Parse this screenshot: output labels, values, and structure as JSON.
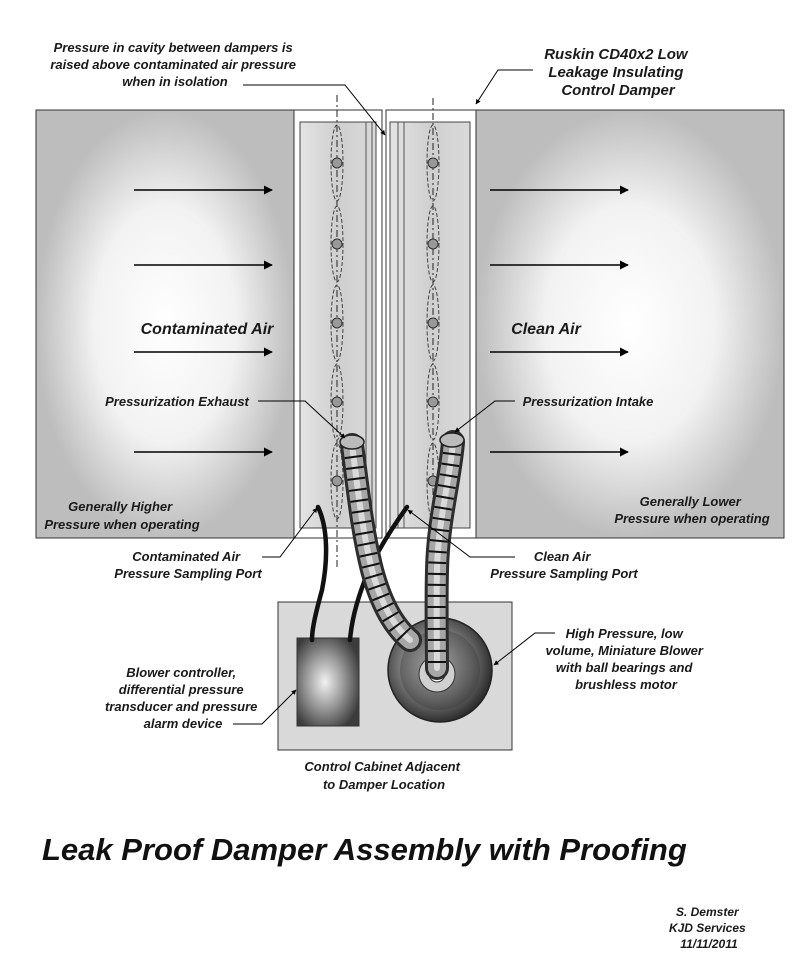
{
  "title": "Leak Proof Damper Assembly with Proofing",
  "labels": {
    "cavity_note": [
      "Pressure in cavity between dampers is",
      "raised above contaminated air pressure",
      "when in isolation"
    ],
    "damper_model": [
      "Ruskin CD40x2 Low",
      "Leakage Insulating",
      "Control Damper"
    ],
    "contaminated_air": "Contaminated Air",
    "clean_air": "Clean Air",
    "pressurization_exhaust": "Pressurization Exhaust",
    "pressurization_intake": "Pressurization Intake",
    "higher_pressure": [
      "Generally Higher",
      "Pressure when operating"
    ],
    "lower_pressure": [
      "Generally Lower",
      "Pressure when operating"
    ],
    "contaminated_port": [
      "Contaminated Air",
      "Pressure Sampling Port"
    ],
    "clean_port": [
      "Clean Air",
      "Pressure Sampling Port"
    ],
    "blower": [
      "High Pressure, low",
      "volume, Miniature Blower",
      "with ball bearings and",
      "brushless motor"
    ],
    "controller": [
      "Blower controller,",
      "differential pressure",
      "transducer and pressure",
      "alarm device"
    ],
    "cabinet": [
      "Control Cabinet Adjacent",
      "to Damper Location"
    ]
  },
  "signature": [
    "S. Demster",
    "KJD Services",
    "11/11/2011"
  ]
}
